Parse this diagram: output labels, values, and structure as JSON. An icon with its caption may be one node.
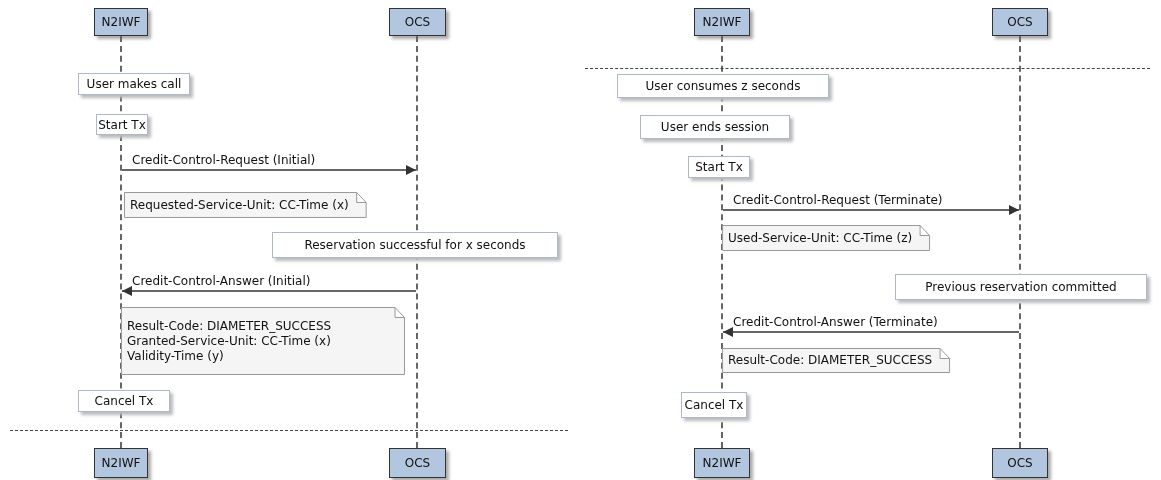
{
  "diagram": {
    "nodes": [
      {
        "text": [
          "N2IWF"
        ]
      },
      {
        "text": [
          "OCS"
        ]
      },
      {
        "text": [],
        "shape": "line"
      },
      {
        "text": [],
        "shape": "line"
      },
      {
        "text": [
          "User makes call"
        ]
      },
      {
        "text": [
          "Start Tx"
        ]
      },
      {
        "text": [
          "Requested-Service-Unit: CC-Time (x)"
        ]
      },
      {
        "text": [
          "Reservation successful for x seconds"
        ]
      },
      {
        "text": [
          "Result-Code: DIAMETER_SUCCESS",
          "Granted-Service-Unit: CC-Time (x)",
          "Validity-Time (y)"
        ]
      },
      {
        "text": [
          "Cancel Tx"
        ]
      },
      {
        "text": [
          "N2IWF"
        ]
      },
      {
        "text": [
          "OCS"
        ]
      },
      {
        "text": [
          "N2IWF"
        ]
      },
      {
        "text": [
          "OCS"
        ]
      },
      {
        "text": [],
        "shape": "line"
      },
      {
        "text": [],
        "shape": "line"
      },
      {
        "text": [
          "User consumes z seconds"
        ]
      },
      {
        "text": [
          "User ends session"
        ]
      },
      {
        "text": [
          "Start Tx"
        ]
      },
      {
        "text": [
          "Used-Service-Unit: CC-Time (z)"
        ]
      },
      {
        "text": [
          "Previous reservation committed"
        ]
      },
      {
        "text": [
          "Result-Code: DIAMETER_SUCCESS"
        ]
      },
      {
        "text": [
          "Cancel Tx"
        ]
      },
      {
        "text": [
          "N2IWF"
        ]
      },
      {
        "text": [
          "OCS"
        ]
      }
    ],
    "edges": [
      {
        "from": 2,
        "to": 3,
        "arrow": "to",
        "label": "Credit-Control-Request (Initial)"
      },
      {
        "from": 3,
        "to": 2,
        "arrow": "to",
        "label": "Credit-Control-Answer (Initial)"
      },
      {
        "from": 14,
        "to": 15,
        "arrow": "to",
        "label": "Credit-Control-Request (Terminate)"
      },
      {
        "from": 15,
        "to": 14,
        "arrow": "to",
        "label": "Credit-Control-Answer (Terminate)"
      }
    ]
  }
}
